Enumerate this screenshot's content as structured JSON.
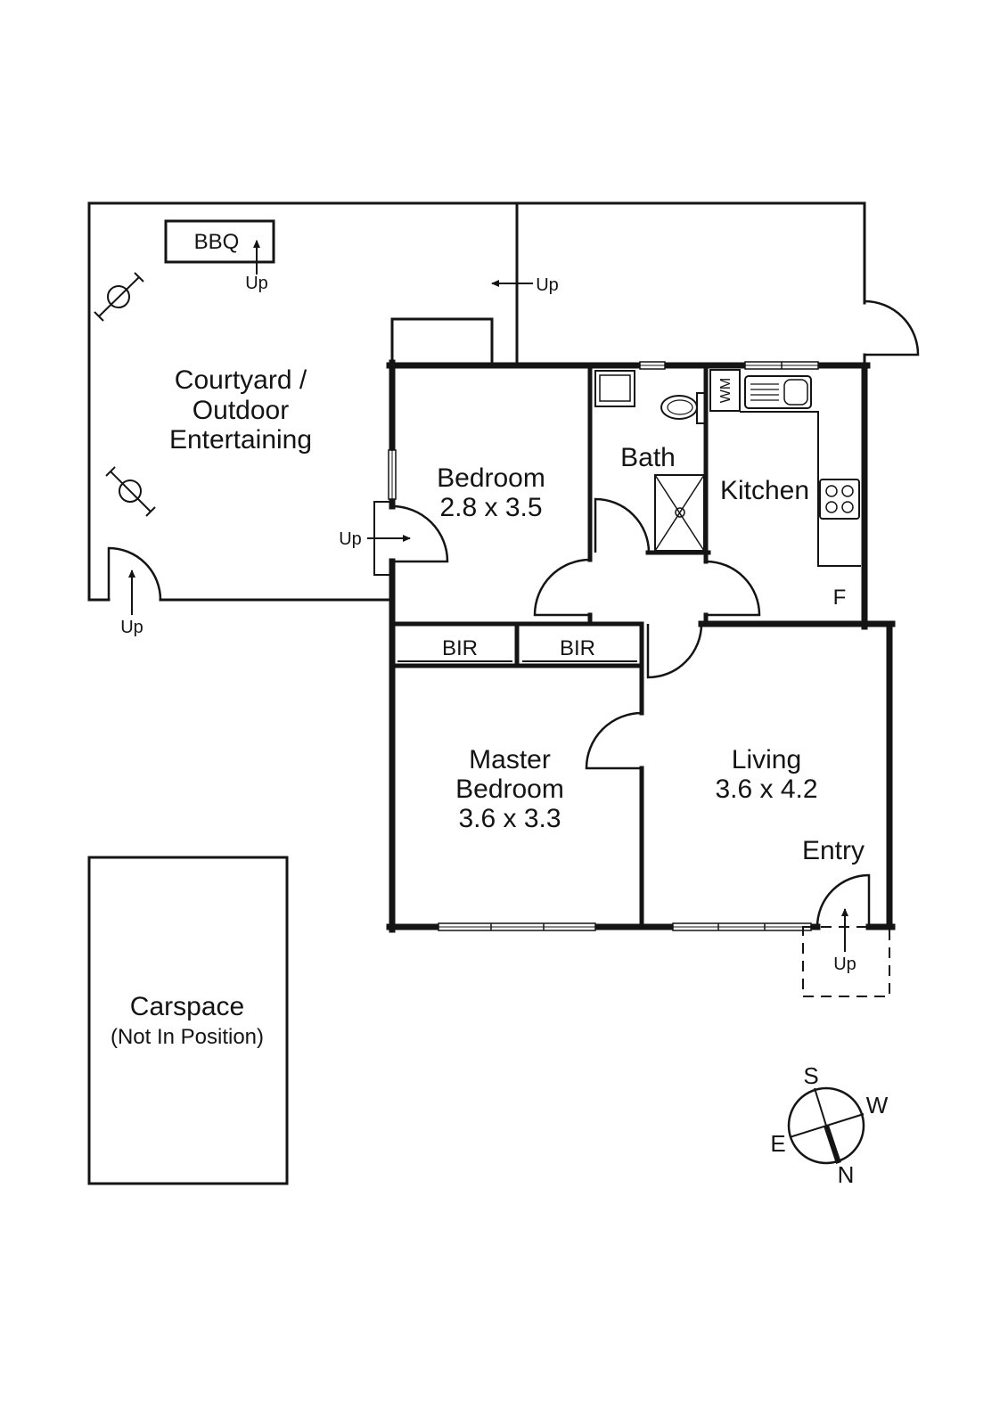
{
  "courtyard": {
    "label_lines": [
      "Courtyard /",
      "Outdoor",
      "Entertaining"
    ],
    "bbq_label": "BBQ"
  },
  "rooms": {
    "bedroom": {
      "name": "Bedroom",
      "size": "2.8 x 3.5"
    },
    "bath": {
      "name": "Bath"
    },
    "kitchen": {
      "name": "Kitchen",
      "washing_machine_label": "WM",
      "fridge_label": "F"
    },
    "built_in_robes": [
      "BIR",
      "BIR"
    ],
    "master_bedroom": {
      "name_lines": [
        "Master",
        "Bedroom"
      ],
      "size": "3.6 x 3.3"
    },
    "living": {
      "name": "Living",
      "size": "3.6 x 4.2"
    },
    "entry": {
      "name": "Entry"
    }
  },
  "step_labels": [
    "Up",
    "Up",
    "Up",
    "Up",
    "Up"
  ],
  "carspace": {
    "title": "Carspace",
    "note": "(Not In Position)"
  },
  "compass": {
    "south": "S",
    "west": "W",
    "east": "E",
    "north": "N"
  },
  "icons": {
    "light_fixture": "light-fixture-icon",
    "sink": "sink-icon",
    "cooktop": "cooktop-icon",
    "toilet": "toilet-icon",
    "shower": "shower-icon",
    "vanity": "vanity-icon",
    "compass": "compass-icon"
  },
  "colors": {
    "line": "#141414",
    "background": "#ffffff"
  }
}
